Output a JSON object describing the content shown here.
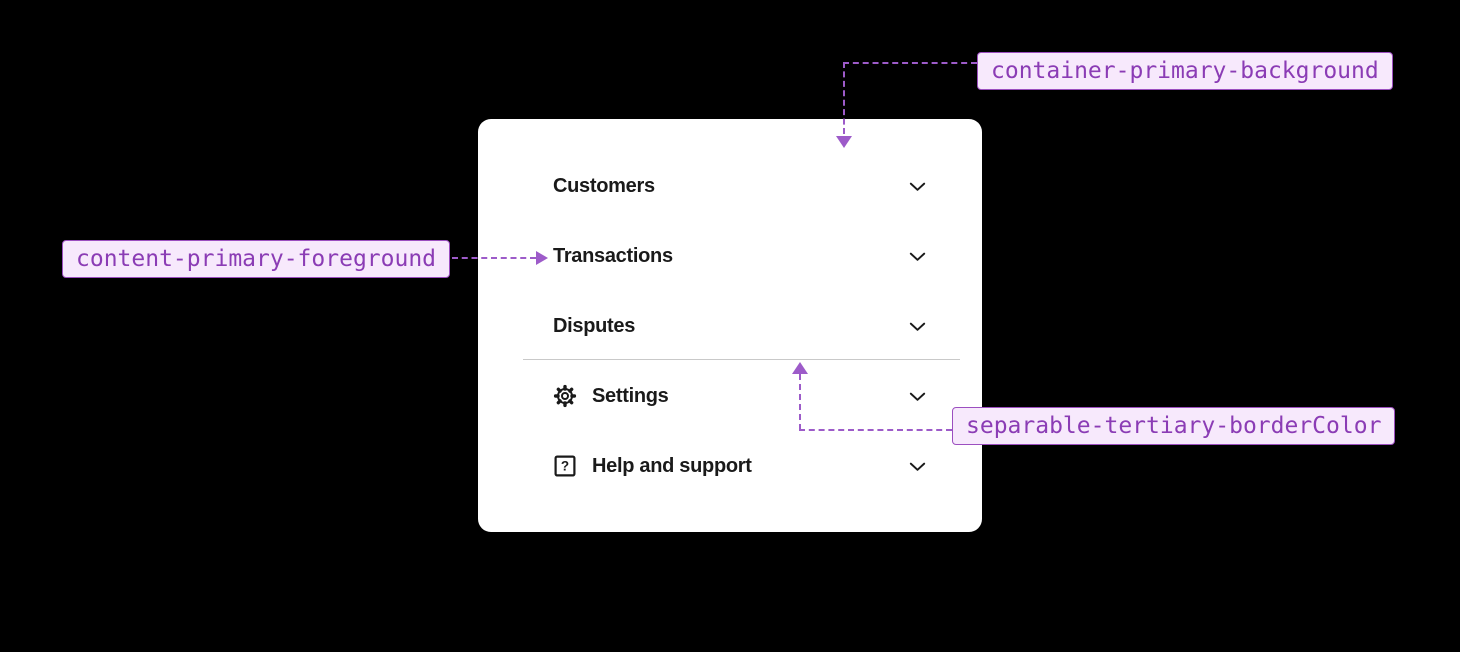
{
  "theme": {
    "canvas_background": "#000000",
    "container_background": "#ffffff",
    "content_foreground": "#1a1a1a",
    "separator_color": "#c9c9c9",
    "annotation_text": "#8b3cb5",
    "annotation_border": "#9c4fc0",
    "annotation_fill": "#f7e9fc",
    "connector_color": "#9d5bc9"
  },
  "menu": {
    "items": [
      {
        "label": "Customers",
        "leading_icon": null,
        "trailing_icon": "chevron-down-icon"
      },
      {
        "label": "Transactions",
        "leading_icon": null,
        "trailing_icon": "chevron-down-icon"
      },
      {
        "label": "Disputes",
        "leading_icon": null,
        "trailing_icon": "chevron-down-icon"
      },
      {
        "label": "Settings",
        "leading_icon": "gear-icon",
        "trailing_icon": "chevron-down-icon"
      },
      {
        "label": "Help and support",
        "leading_icon": "help-icon",
        "trailing_icon": "chevron-down-icon"
      }
    ],
    "divider_after_item": "Disputes"
  },
  "annotations": {
    "labels": [
      {
        "text": "container-primary-background"
      },
      {
        "text": "content-primary-foreground"
      },
      {
        "text": "separable-tertiary-borderColor"
      }
    ]
  }
}
